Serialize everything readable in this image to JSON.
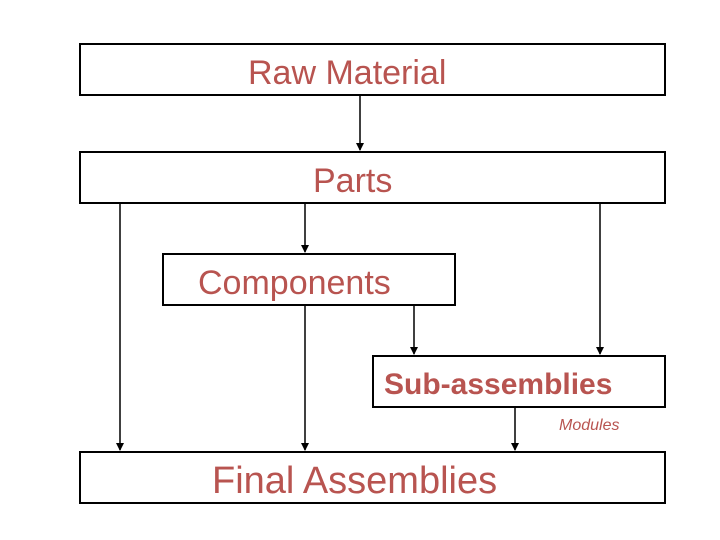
{
  "diagram": {
    "nodes": {
      "raw_material": "Raw Material",
      "parts": "Parts",
      "components": "Components",
      "sub_assemblies": "Sub-assemblies",
      "final_assemblies": "Final Assemblies"
    },
    "edge_labels": {
      "modules": "Modules"
    },
    "edges": [
      {
        "from": "raw_material",
        "to": "parts"
      },
      {
        "from": "parts",
        "to": "components"
      },
      {
        "from": "parts",
        "to": "sub_assemblies"
      },
      {
        "from": "parts",
        "to": "final_assemblies"
      },
      {
        "from": "components",
        "to": "sub_assemblies"
      },
      {
        "from": "components",
        "to": "final_assemblies"
      },
      {
        "from": "sub_assemblies",
        "to": "final_assemblies"
      }
    ],
    "colors": {
      "label": "#b85450",
      "line": "#000000",
      "box_border": "#000000"
    }
  }
}
